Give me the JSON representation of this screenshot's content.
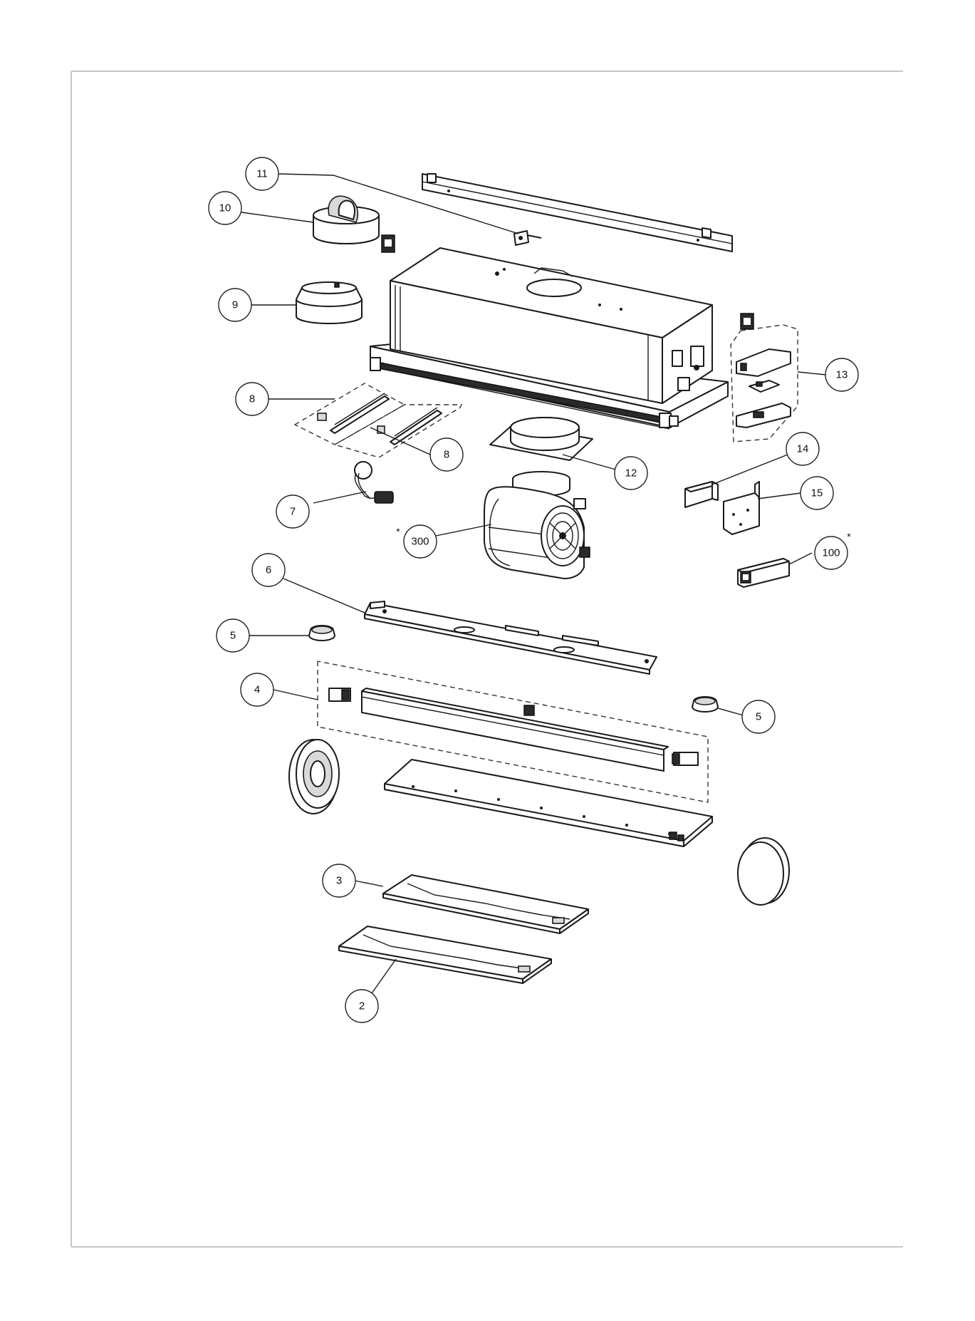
{
  "diagram": {
    "frame_color": "#c8c8c8",
    "line_color": "#1a1a1a",
    "callouts": {
      "c11": "11",
      "c10": "10",
      "c9": "9",
      "c8a": "8",
      "c8b": "8",
      "c7": "7",
      "c300": "300",
      "c12": "12",
      "c13": "13",
      "c14": "14",
      "c15": "15",
      "c100": "100",
      "c6": "6",
      "c5a": "5",
      "c5b": "5",
      "c4": "4",
      "c3": "3",
      "c2": "2"
    },
    "markers": {
      "star_300": "*",
      "star_100": "*"
    }
  }
}
